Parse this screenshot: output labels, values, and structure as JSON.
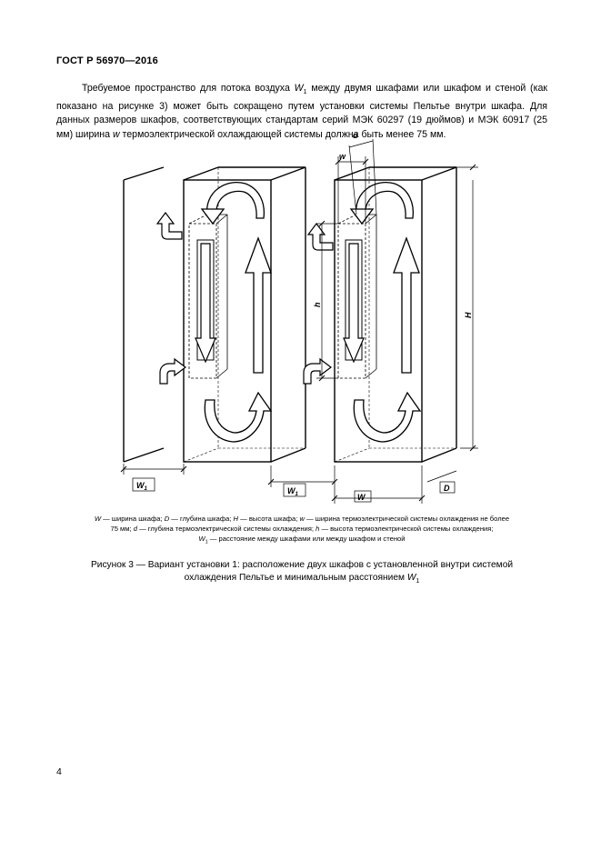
{
  "header": {
    "standard": "ГОСТ Р 56970—2016"
  },
  "paragraph": {
    "p1": "Требуемое пространство для потока воздуха ",
    "w1_var": "W",
    "w1_sub": "1",
    "p2": " между двумя шкафами или шкафом и стеной (как показано на рисунке 3) может быть сокращено путем установки системы Пельтье внутри шкафа. Для данных размеров шкафов, соответствующих стандартам серий МЭК 60297 (19 дюймов) и МЭК 60917 (25 мм) ширина ",
    "w_var": "w",
    "p3": " термоэлектрической охлаждающей системы должна быть менее 75 мм."
  },
  "figure": {
    "labels": {
      "d": "d",
      "w": "w",
      "h": "h",
      "H": "H",
      "W1_left": "W",
      "W1_left_sub": "1",
      "W1_mid": "W",
      "W1_mid_sub": "1",
      "W": "W",
      "D": "D"
    }
  },
  "legend": {
    "line1_a": "W",
    "line1_b": " — ширина шкафа; ",
    "line1_c": "D",
    "line1_d": " — глубина шкафа; ",
    "line1_e": "H",
    "line1_f": " — высота шкафа; ",
    "line1_g": "w",
    "line1_h": " — ширина термоэлектрической системы охлаждения не более",
    "line2_a": "75 мм; ",
    "line2_b": "d",
    "line2_c": " — глубина термоэлектрической системы охлаждения; ",
    "line2_d": "h",
    "line2_e": " — высота термоэлектрической системы охлаждения;",
    "line3_a": "W",
    "line3_sub": "1",
    "line3_b": " — расстояние между шкафами или между шкафом и стеной"
  },
  "caption": {
    "line1": "Рисунок 3 — Вариант установки 1: расположение двух шкафов с установленной внутри системой",
    "line2": "охлаждения Пельтье и минимальным расстоянием ",
    "var": "W",
    "sub": "1"
  },
  "page_number": "4"
}
